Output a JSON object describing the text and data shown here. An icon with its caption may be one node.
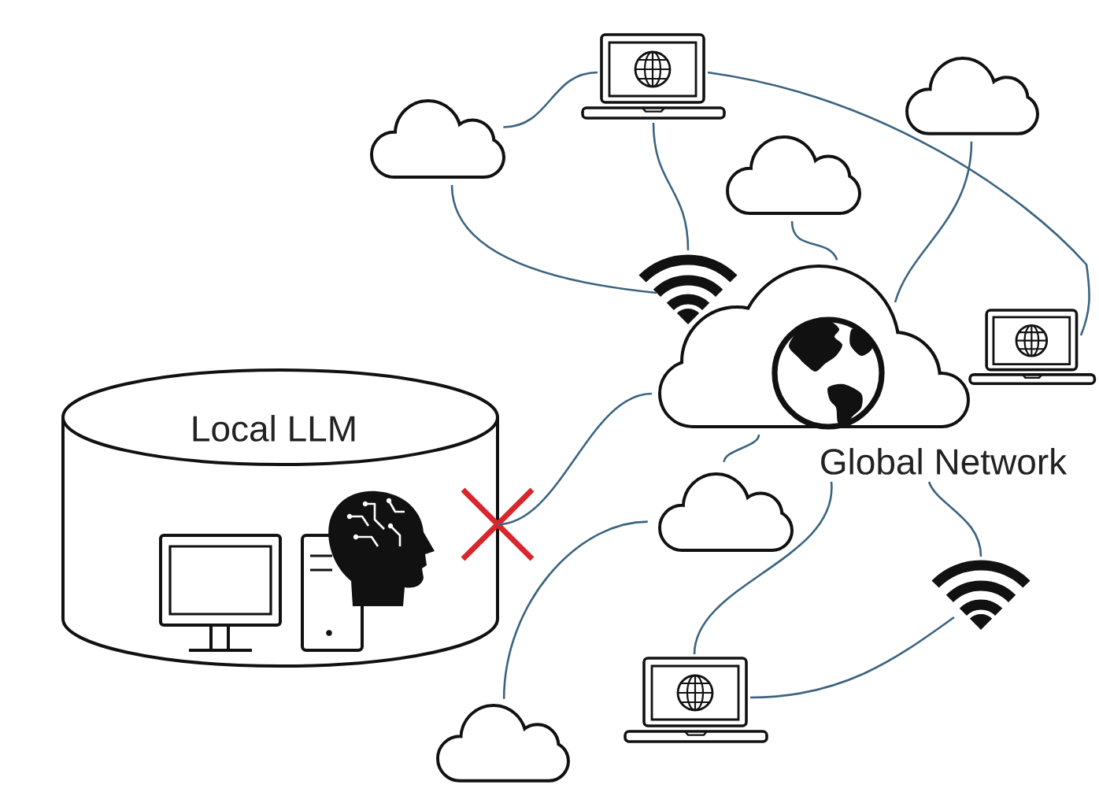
{
  "diagram": {
    "nodes": [
      {
        "text": [],
        "shape": "laptop"
      },
      {
        "text": [],
        "shape": "cloud"
      },
      {
        "text": [],
        "shape": "cloud"
      },
      {
        "text": [],
        "shape": "cloud"
      },
      {
        "text": [],
        "shape": "wifi"
      },
      {
        "text": [
          "Global Network"
        ]
      },
      {
        "text": [],
        "shape": "laptop"
      },
      {
        "text": [
          "Local LLM"
        ]
      },
      {
        "text": [],
        "shape": "cross"
      },
      {
        "text": [],
        "shape": "cloud"
      },
      {
        "text": [],
        "shape": "wifi"
      },
      {
        "text": [],
        "shape": "laptop"
      },
      {
        "text": [],
        "shape": "cloud"
      }
    ],
    "edges": [
      {
        "from": 2,
        "to": 0,
        "arrow": "none"
      },
      {
        "from": 0,
        "to": 6,
        "arrow": "none"
      },
      {
        "from": 0,
        "to": 4,
        "arrow": "none"
      },
      {
        "from": 2,
        "to": 4,
        "arrow": "none"
      },
      {
        "from": 3,
        "to": 5,
        "arrow": "none"
      },
      {
        "from": 1,
        "to": 5,
        "arrow": "none"
      },
      {
        "from": 5,
        "to": 8,
        "arrow": "none"
      },
      {
        "from": 5,
        "to": 9,
        "arrow": "none"
      },
      {
        "from": 9,
        "to": 12,
        "arrow": "none"
      },
      {
        "from": 5,
        "to": 11,
        "arrow": "none"
      },
      {
        "from": 5,
        "to": 10,
        "arrow": "none"
      },
      {
        "from": 11,
        "to": 10,
        "arrow": "none"
      }
    ]
  }
}
